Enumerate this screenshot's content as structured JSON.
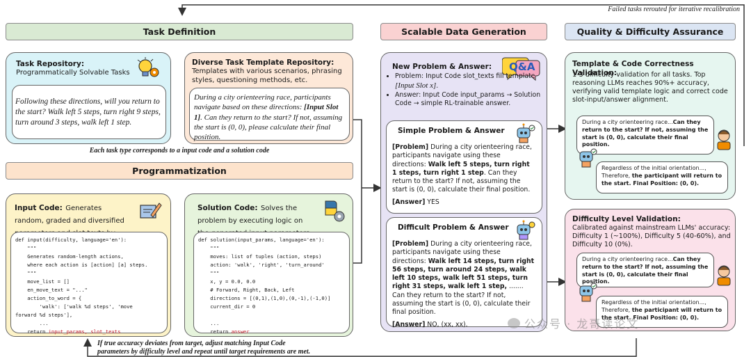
{
  "feedback_top": "Failed tasks rerouted for iterative recalibration",
  "headers": {
    "task_definition": "Task Definition",
    "programmatization": "Programmatization",
    "scalable": "Scalable Data Generation",
    "quality": "Quality & Difficulty Assurance"
  },
  "task_repo": {
    "title": "Task Repository:",
    "subtitle": "Programmatically Solvable Tasks",
    "example": "Following these directions, will you return to the start? Walk left 5 steps, turn right 9 steps, turn around 3 steps, walk left 1 step."
  },
  "template_repo": {
    "title": "Diverse Task Template Repository:",
    "subtitle": "Templates with various scenarios, phrasing styles, questioning methods, etc.",
    "example_a": "During a city orienteering race, participants navigate based on these directions: ",
    "example_slot": "[Input Slot 1]",
    "example_b": ". Can they return to the start? If not, assuming the start is (0, 0), please calculate their final position."
  },
  "task_caption": "Each task type corresponds to a input code and a solution code",
  "input_code": {
    "title": "Input Code:",
    "desc": "Generates random, graded and diversified parameters and slot texts by adjusting difficulty.",
    "lines": [
      "def input(difficulty, language='en'):",
      "    \"\"\"",
      "    Generates random-length actions,",
      "    where each action is [action] [a] steps.",
      "    \"\"\"",
      "    move_list = []",
      "    en_move_text = \"...\"",
      "    action_to_word = {",
      "        'walk': ['walk %d steps', 'move",
      "forward %d steps'],",
      "        ...",
      "    return "
    ],
    "return_value": "input_params, slot_texts"
  },
  "solution_code": {
    "title": "Solution Code:",
    "desc": "Solves the problem by executing logic on the generated input parameters.",
    "lines": [
      "def solution(input_params, language='en'):",
      "    \"\"\"",
      "    moves: list of tuples (action, steps)",
      "    action: 'walk', 'right', 'turn_around'",
      "    \"\"\"",
      "    x, y = 0.0, 0.0",
      "    # Forward, Right, Back, Left",
      "    directions = [(0,1),(1,0),(0,-1),(-1,0)]",
      "    current_dir = 0",
      "",
      "    ...",
      "    return "
    ],
    "return_value": "answer"
  },
  "bottom_caption_1": "If true accuracy deviates from target, adjust matching Input Code",
  "bottom_caption_2": "parameters by difficulty level and repeat until target requirements are met.",
  "new_problem": {
    "title": "New Problem & Answer:",
    "b1_a": "Problem: Input Code slot_texts fill template ",
    "b1_slot": "[Input Slot x]",
    "b1_b": ".",
    "b2": "Answer: Input Code input_params → Solution Code → simple RL-trainable answer.",
    "qa_badge": "Q&A"
  },
  "simple": {
    "title": "Simple Problem & Answer",
    "tag": "[Problem]",
    "t1": " During a city orienteering race, participants navigate using these directions: ",
    "t2": "Walk left 5 steps, turn right 1 steps, turn right 1 step",
    "t3": ". Can they return to the start? If not, assuming the start is (0, 0), calculate their final position.",
    "ans_tag": "[Answer]",
    "ans": " YES"
  },
  "difficult": {
    "title": "Difficult Problem & Answer",
    "tag": "[Problem]",
    "t1": " During a city orienteering race, participants navigate using these directions: ",
    "t2": "Walk left 14 steps, turn right 56 steps, turn around 24 steps, walk left 10 steps, walk left 51 steps, turn right 31 steps, walk left 1 step,",
    "t3": " ....... Can they return to the start? If not, assuming the start is (0, 0), calculate their final position.",
    "ans_tag": "[Answer]",
    "ans": " NO, (xx, xx)."
  },
  "template_val": {
    "title": "Template & Code Correctness Validation:",
    "desc": "1-3 difficulty validation for all tasks. Top reasoning LLMs reaches 90%+ accuracy, verifying valid template logic and correct code slot-input/answer alignment."
  },
  "bubble_q": {
    "a": "During a city orienteering race...",
    "b": "Can they return to the start? If not, assuming the start is (0, 0), calculate their final position."
  },
  "bubble_a": {
    "a": "Regardless of the initial orientation..., Therefore, ",
    "b": "the participant will return to the start. Final Position: (0, 0)."
  },
  "difficulty_val": {
    "title": "Difficulty Level Validation:",
    "desc": "Calibrated against mainstream LLMs' accuracy: Difficulty 1 (~100%), Difficulty 5 (40-60%), and Difficulty 10 (0%)."
  },
  "watermark": "公众号 · 龙哥读论文",
  "colors": {
    "green_hdr": "#d9ead3",
    "orange_hdr": "#fde3cc",
    "red_hdr": "#fad2d2",
    "blue_hdr": "#dbe5f3",
    "cyan_box": "#d9f3f8",
    "peach_box": "#fde8d8",
    "yellow_box": "#fdf3c8",
    "green_box": "#e6f4dc",
    "lilac_box": "#e7e3f5",
    "mint_box": "#e6f6f0",
    "pink_box": "#fbe1ea"
  }
}
